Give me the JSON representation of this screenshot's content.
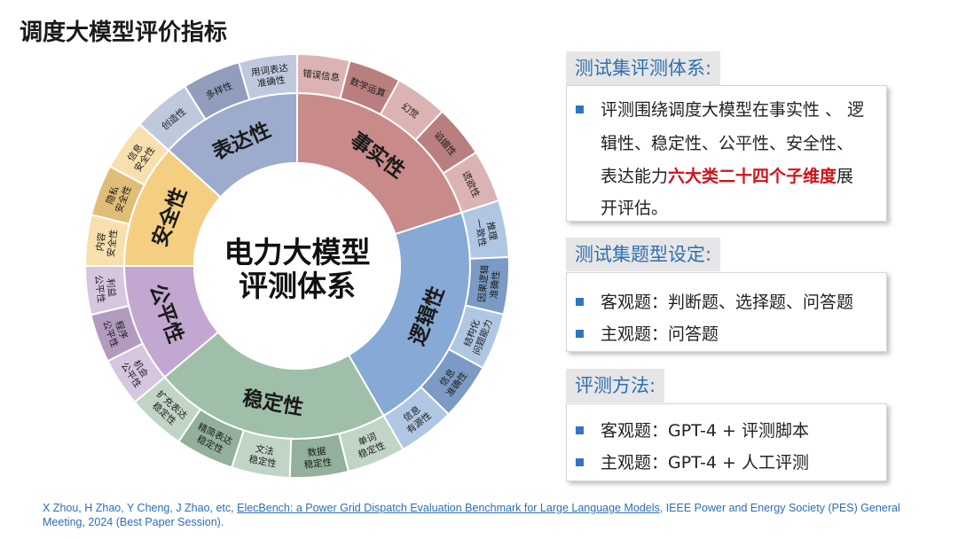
{
  "title": "调度大模型评价指标",
  "wheel": {
    "center": [
      "电力大模型",
      "评测体系"
    ],
    "categories": [
      {
        "label": "事实性",
        "color": "#c98a8a"
      },
      {
        "label": "逻辑性",
        "color": "#86a9d5"
      },
      {
        "label": "稳定性",
        "color": "#9fbfa9"
      },
      {
        "label": "公平性",
        "color": "#c2a8d0"
      },
      {
        "label": "安全性",
        "color": "#f4cf82"
      },
      {
        "label": "表达性",
        "color": "#9daccc"
      }
    ],
    "subs": [
      [
        "错误信息"
      ],
      [
        "数学运算"
      ],
      [
        "幻觉"
      ],
      [
        "谄媚性"
      ],
      [
        "谎欲性"
      ],
      [
        "推理",
        "一致性"
      ],
      [
        "因果逻辑",
        "准确性"
      ],
      [
        "结构化",
        "问题能力"
      ],
      [
        "信息",
        "准确性"
      ],
      [
        "信息",
        "有源性"
      ],
      [
        "单词",
        "稳定性"
      ],
      [
        "数据",
        "稳定性"
      ],
      [
        "文法",
        "稳定性"
      ],
      [
        "精简表达",
        "稳定性"
      ],
      [
        "扩充表达",
        "稳定性"
      ],
      [
        "机会",
        "公平性"
      ],
      [
        "程序",
        "公平性"
      ],
      [
        "利益",
        "公平性"
      ],
      [
        "内容",
        "安全性"
      ],
      [
        "隐私",
        "安全性"
      ],
      [
        "信息",
        "安全性"
      ],
      [
        "创造性"
      ],
      [
        "多样性"
      ],
      [
        "用词表达",
        "准确性"
      ]
    ]
  },
  "panels": {
    "system": {
      "heading": "测试集评测体系:",
      "lines": [
        {
          "before": "评测围绕调度大模型在事实性 、 逻",
          "highlight": ""
        },
        {
          "before": "辑性、稳定性、公平性、安全性、",
          "highlight": ""
        },
        {
          "before": "表达能力",
          "highlight": "六大类二十四个子维度",
          "after": "展"
        },
        {
          "before": "开评估。",
          "highlight": ""
        }
      ]
    },
    "types": {
      "heading": "测试集题型设定:",
      "items": [
        "客观题：判断题、选择题、问答题",
        "主观题：问答题"
      ]
    },
    "method": {
      "heading": "评测方法:",
      "items": [
        "客观题：GPT-4 + 评测脚本",
        "主观题：GPT-4 + 人工评测"
      ]
    }
  },
  "citation": {
    "before": "X Zhou, H Zhao, Y Cheng, J Zhao, etc, ",
    "link": "ElecBench: a Power Grid Dispatch Evaluation Benchmark for Large Language Models",
    "after": ", IEEE Power and Energy Society (PES) General Meeting, 2024 (Best Paper Session)."
  }
}
